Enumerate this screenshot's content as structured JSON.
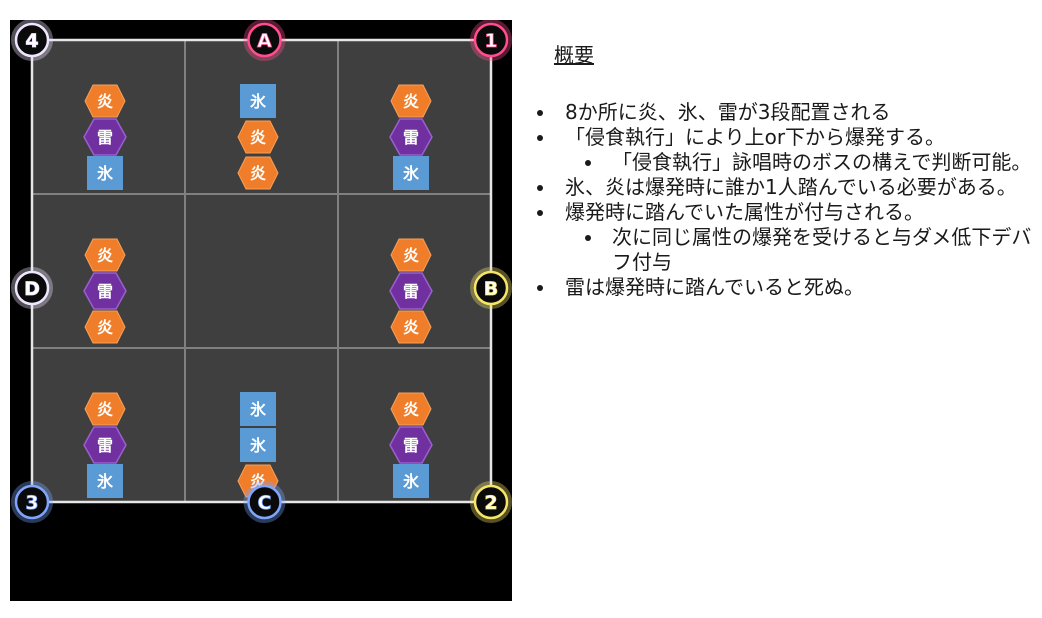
{
  "colors": {
    "fire": "#ef7d2a",
    "ice": "#5b9bd5",
    "thunder": "#7030a0",
    "tile_text": "#ffffff",
    "grid_line": "#808080",
    "cell_fill": "#3f3f3f",
    "outer_border": "#e6e6e6",
    "marker_pink_glow": "#ff4d8d",
    "marker_yellow_glow": "#f5e66a",
    "marker_blue_glow": "#7fa6ff",
    "marker_white_glow": "#f0e6ff"
  },
  "tile_labels": {
    "fire": "炎",
    "ice": "氷",
    "thunder": "雷"
  },
  "board": {
    "rows": 3,
    "cols": 3,
    "cells": [
      [
        "fire",
        "thunder",
        "ice"
      ],
      [
        "ice",
        "fire",
        "fire"
      ],
      [
        "fire",
        "thunder",
        "ice"
      ],
      [
        "fire",
        "thunder",
        "fire"
      ],
      [],
      [
        "fire",
        "thunder",
        "fire"
      ],
      [
        "fire",
        "thunder",
        "ice"
      ],
      [
        "ice",
        "ice",
        "fire"
      ],
      [
        "fire",
        "thunder",
        "ice"
      ]
    ]
  },
  "markers": [
    {
      "id": "4",
      "label": "4",
      "icon": "waymark-4-icon",
      "glow": "marker_white_glow",
      "anchor": "top-left"
    },
    {
      "id": "A",
      "label": "A",
      "icon": "waymark-a-icon",
      "glow": "marker_pink_glow",
      "anchor": "top-center"
    },
    {
      "id": "1",
      "label": "1",
      "icon": "waymark-1-icon",
      "glow": "marker_pink_glow",
      "anchor": "top-right"
    },
    {
      "id": "D",
      "label": "D",
      "icon": "waymark-d-icon",
      "glow": "marker_white_glow",
      "anchor": "middle-left"
    },
    {
      "id": "B",
      "label": "B",
      "icon": "waymark-b-icon",
      "glow": "marker_yellow_glow",
      "anchor": "middle-right"
    },
    {
      "id": "3",
      "label": "3",
      "icon": "waymark-3-icon",
      "glow": "marker_blue_glow",
      "anchor": "bottom-left"
    },
    {
      "id": "C",
      "label": "C",
      "icon": "waymark-c-icon",
      "glow": "marker_blue_glow",
      "anchor": "bottom-center"
    },
    {
      "id": "2",
      "label": "2",
      "icon": "waymark-2-icon",
      "glow": "marker_yellow_glow",
      "anchor": "bottom-right"
    }
  ],
  "notes": {
    "title": "概要",
    "items": [
      {
        "text": "8か所に炎、氷、雷が3段配置される",
        "sub": []
      },
      {
        "text": "「侵食執行」により上or下から爆発する。",
        "sub": [
          "「侵食執行」詠唱時のボスの構えで判断可能。"
        ]
      },
      {
        "text": "氷、炎は爆発時に誰か1人踏んでいる必要がある。",
        "sub": []
      },
      {
        "text": "爆発時に踏んでいた属性が付与される。",
        "sub": [
          "次に同じ属性の爆発を受けると与ダメ低下デバフ付与"
        ]
      },
      {
        "text": "雷は爆発時に踏んでいると死ぬ。",
        "sub": []
      }
    ]
  }
}
